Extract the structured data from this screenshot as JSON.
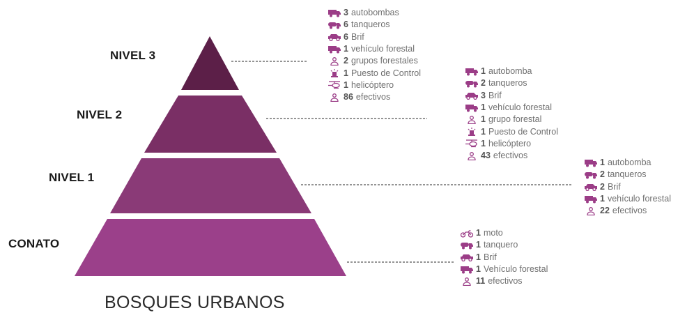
{
  "title": "BOSQUES URBANOS",
  "levels": [
    {
      "label": "NIVEL 3",
      "color": "#5c1f48",
      "resources": [
        {
          "icon": "truck-icon",
          "qty": "3",
          "text": "autobombas"
        },
        {
          "icon": "tanker-icon",
          "qty": "6",
          "text": "tanqueros"
        },
        {
          "icon": "car-icon",
          "qty": "6",
          "text": "Brif"
        },
        {
          "icon": "truck-icon",
          "qty": "1",
          "text": "vehículo forestal"
        },
        {
          "icon": "person-icon",
          "qty": "2",
          "text": "grupos forestales"
        },
        {
          "icon": "beacon-icon",
          "qty": "1",
          "text": "Puesto de Control"
        },
        {
          "icon": "helicopter-icon",
          "qty": "1",
          "text": "helicóptero"
        },
        {
          "icon": "person-icon",
          "qty": "86",
          "text": "efectivos"
        }
      ]
    },
    {
      "label": "NIVEL 2",
      "color": "#7a2f65",
      "resources": [
        {
          "icon": "truck-icon",
          "qty": "1",
          "text": "autobomba"
        },
        {
          "icon": "tanker-icon",
          "qty": "2",
          "text": "tanqueros"
        },
        {
          "icon": "car-icon",
          "qty": "3",
          "text": "Brif"
        },
        {
          "icon": "truck-icon",
          "qty": "1",
          "text": "vehículo forestal"
        },
        {
          "icon": "person-icon",
          "qty": "1",
          "text": "grupo forestal"
        },
        {
          "icon": "beacon-icon",
          "qty": "1",
          "text": "Puesto de Control"
        },
        {
          "icon": "helicopter-icon",
          "qty": "1",
          "text": "helicóptero"
        },
        {
          "icon": "person-icon",
          "qty": "43",
          "text": "efectivos"
        }
      ]
    },
    {
      "label": "NIVEL 1",
      "color": "#8a3a77",
      "resources": [
        {
          "icon": "truck-icon",
          "qty": "1",
          "text": "autobomba"
        },
        {
          "icon": "tanker-icon",
          "qty": "2",
          "text": "tanqueros"
        },
        {
          "icon": "car-icon",
          "qty": "2",
          "text": "Brif"
        },
        {
          "icon": "truck-icon",
          "qty": "1",
          "text": "vehículo forestal"
        },
        {
          "icon": "person-icon",
          "qty": "22",
          "text": "efectivos"
        }
      ]
    },
    {
      "label": "CONATO",
      "color": "#9b408a",
      "resources": [
        {
          "icon": "motorcycle-icon",
          "qty": "1",
          "text": "moto"
        },
        {
          "icon": "tanker-icon",
          "qty": "1",
          "text": "tanquero"
        },
        {
          "icon": "car-icon",
          "qty": "1",
          "text": "Brif"
        },
        {
          "icon": "truck-icon",
          "qty": "1",
          "text": "Vehículo forestal"
        },
        {
          "icon": "person-icon",
          "qty": "11",
          "text": "efectivos"
        }
      ]
    }
  ],
  "icon_color": "#9b3d87",
  "connector_color": "#555555"
}
